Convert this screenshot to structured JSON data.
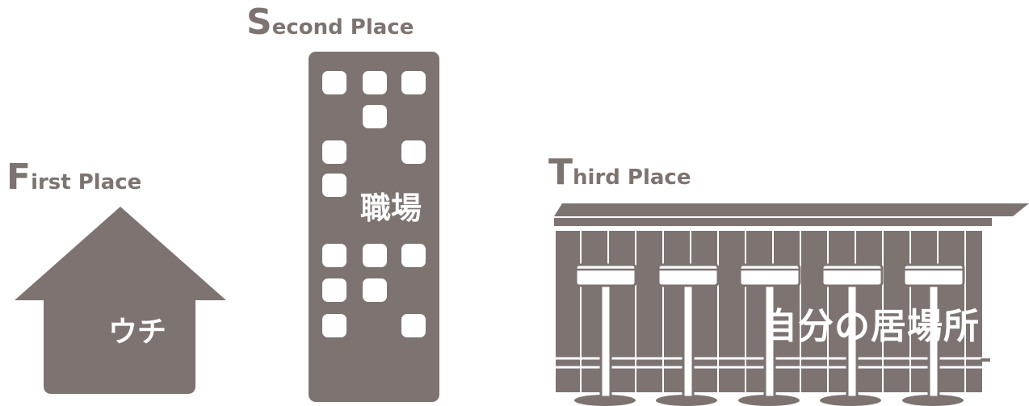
{
  "first_place": {
    "title": "First Place",
    "label": "ウチ"
  },
  "second_place": {
    "title": "Second Place",
    "label": "職場"
  },
  "third_place": {
    "title": "Third Place",
    "label": "自分の居場所"
  },
  "colors": {
    "primary": "#7d7370",
    "background": "#ffffff"
  }
}
